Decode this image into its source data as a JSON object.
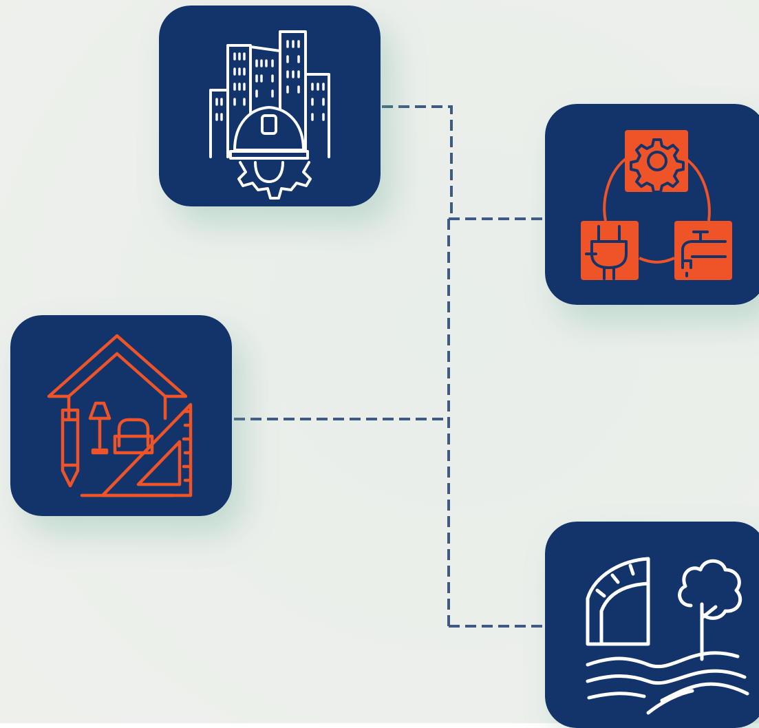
{
  "colors": {
    "background_light": "#eef1ec",
    "background_mint": "#dce9e2",
    "tile": "#12346b",
    "accent": "#ee5427",
    "line_white": "#ffffff",
    "connector": "#3f5a82"
  },
  "tiles": [
    {
      "id": "construction",
      "icon": "city-buildings-hardhat-gear-icon"
    },
    {
      "id": "utilities",
      "icon": "gear-plug-faucet-cycle-icon"
    },
    {
      "id": "interior",
      "icon": "house-interior-design-tools-icon"
    },
    {
      "id": "landscape",
      "icon": "landscape-protractor-tree-waves-icon"
    }
  ],
  "connector_style": "dashed"
}
